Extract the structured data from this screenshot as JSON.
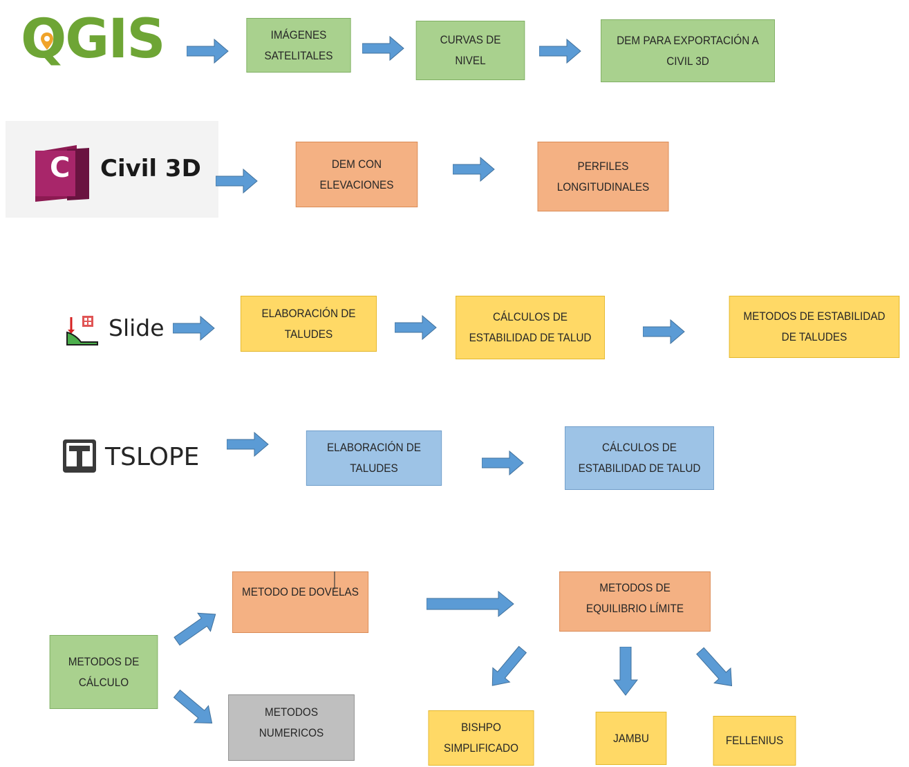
{
  "logos": {
    "qgis": "QGIS",
    "civil3d_letter": "C",
    "civil3d": "Civil 3D",
    "slide": "Slide",
    "tslope_letter": "T",
    "tslope": "TSLOPE"
  },
  "boxes": {
    "imagenes": "IMÁGENES\nSATELITALES",
    "curvas": "CURVAS DE\nNIVEL",
    "dem_export": "DEM PARA EXPORTACIÓN A\nCIVIL 3D",
    "dem_elev": "DEM CON\nELEVACIONES",
    "perfiles": "PERFILES\nLONGITUDINALES",
    "slide_elab": "ELABORACIÓN DE\nTALUDES",
    "slide_calc": "CÁLCULOS DE\nESTABILIDAD DE TALUD",
    "slide_metodos": "METODOS DE ESTABILIDAD\nDE TALUDES",
    "tslope_elab": "ELABORACIÓN DE\nTALUDES",
    "tslope_calc": "CÁLCULOS DE\nESTABILIDAD DE TALUD",
    "metodos_calculo": "METODOS DE\nCÁLCULO",
    "dovelas": "METODO DE DOVELAS",
    "numericos": "METODOS\nNUMERICOS",
    "equilibrio": "METODOS DE\nEQUILIBRIO LÍMITE",
    "bishop": "BISHPO\nSIMPLIFICADO",
    "jambu": "JAMBU",
    "fellenius": "FELLENIUS"
  },
  "colors": {
    "green": "#a9d18e",
    "orange": "#f4b183",
    "yellow": "#ffd966",
    "blue": "#9dc3e6",
    "gray": "#bfbfbf",
    "arrow": "#5b9bd5",
    "qgis": "#6ea535",
    "civil3d": "#9b1c5c"
  }
}
